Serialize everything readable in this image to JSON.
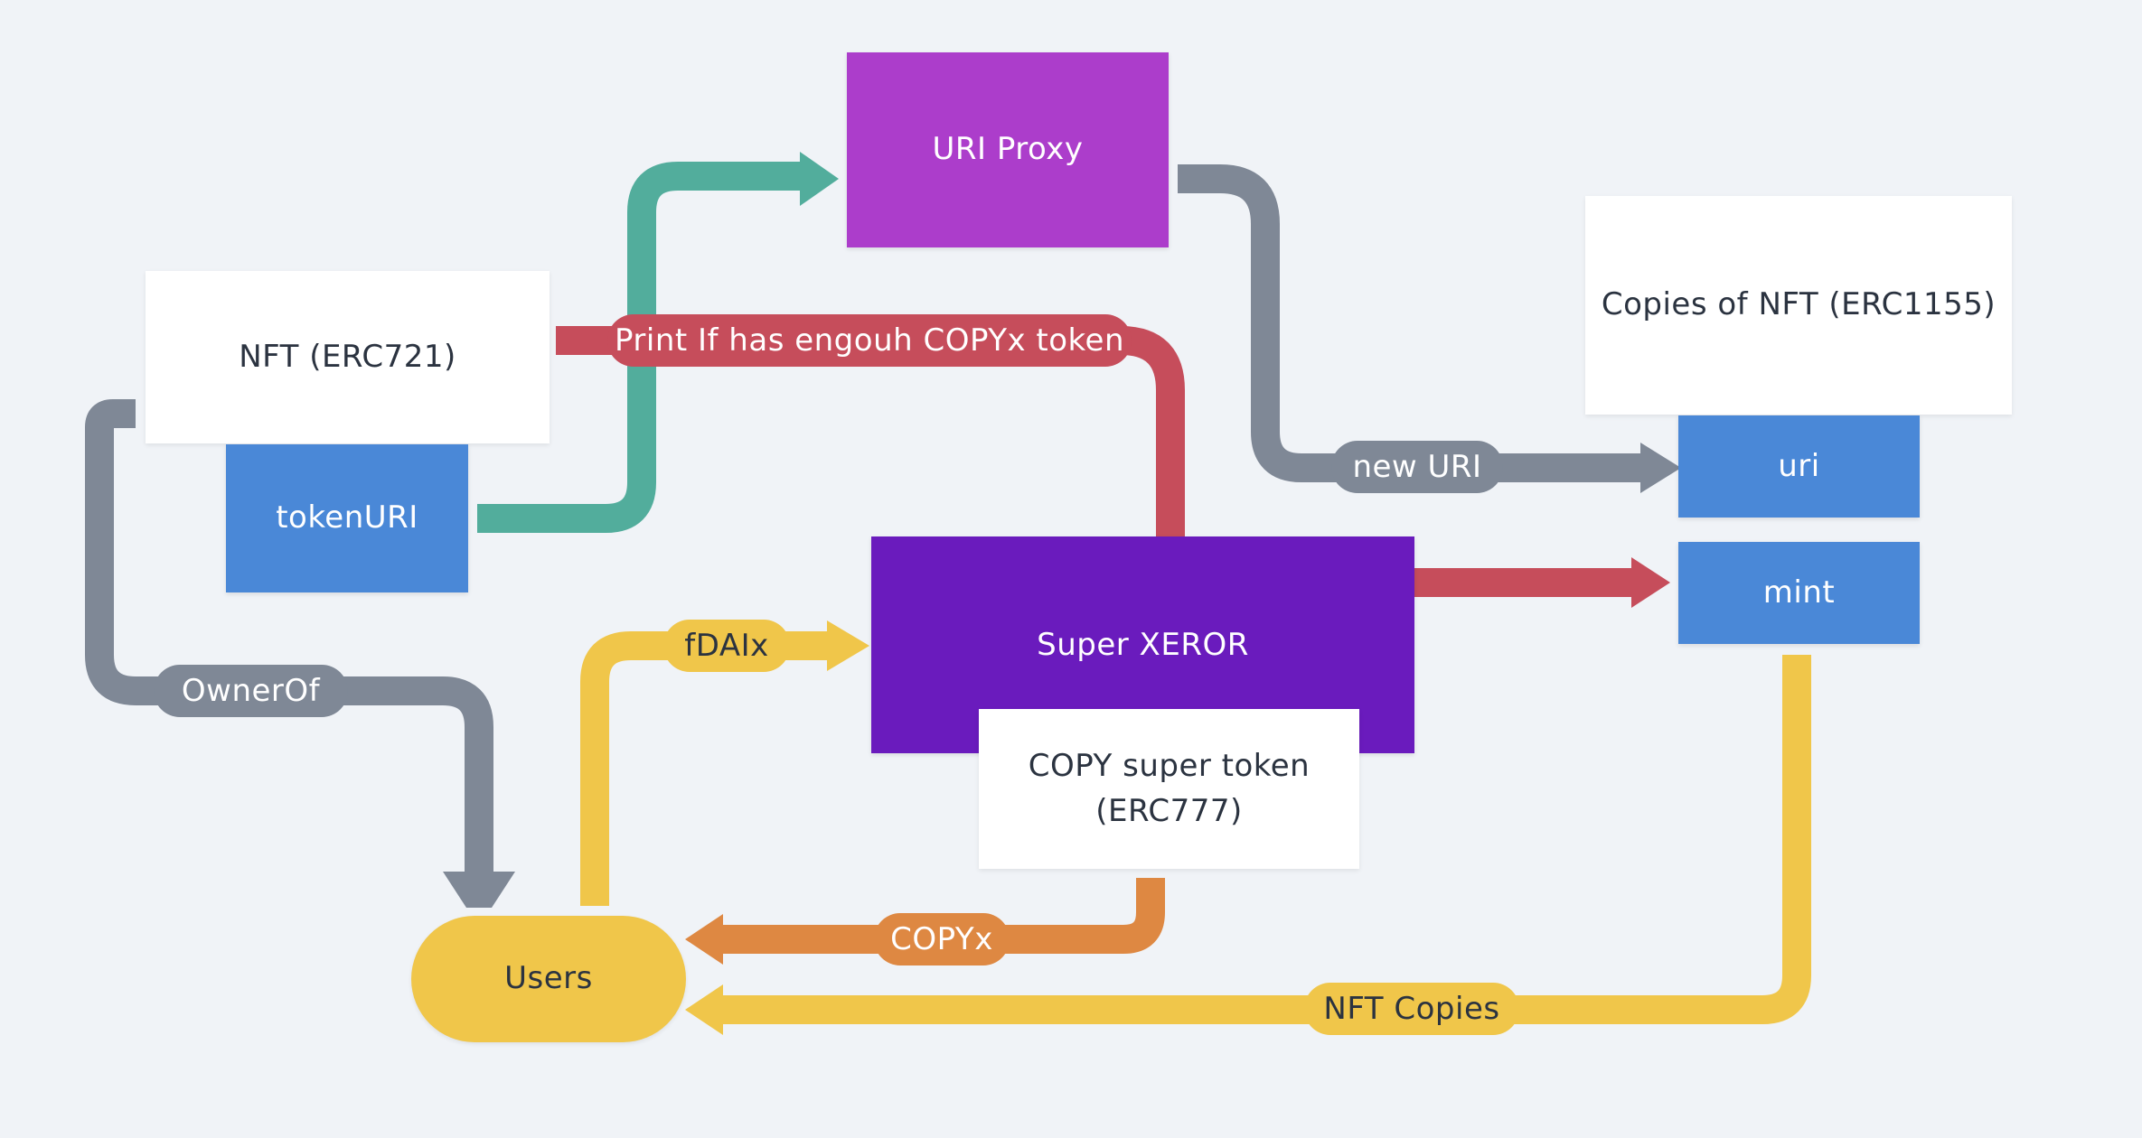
{
  "colors": {
    "background": "#f0f3f7",
    "gray_flow": "#7f8896",
    "teal_flow": "#52ad9c",
    "red_flow": "#c64d5b",
    "yellow_flow": "#f0c64a",
    "orange_flow": "#de8842",
    "blue_node": "#4a88d7",
    "magenta_node": "#ac3dcb",
    "purple_node": "#6a1bbd"
  },
  "nodes": {
    "nft_erc721": "NFT (ERC721)",
    "token_uri": "tokenURI",
    "uri_proxy": "URI Proxy",
    "copies_erc1155": "Copies of NFT (ERC1155)",
    "uri": "uri",
    "mint": "mint",
    "super_xeror": "Super XEROR",
    "copy_super_token_line1": "COPY super token",
    "copy_super_token_line2": "(ERC777)",
    "users": "Users"
  },
  "edge_labels": {
    "print_if": "Print If has engouh COPYx token",
    "new_uri": "new URI",
    "owner_of": "OwnerOf",
    "fdaix": "fDAIx",
    "copyx": "COPYx",
    "nft_copies": "NFT Copies"
  }
}
